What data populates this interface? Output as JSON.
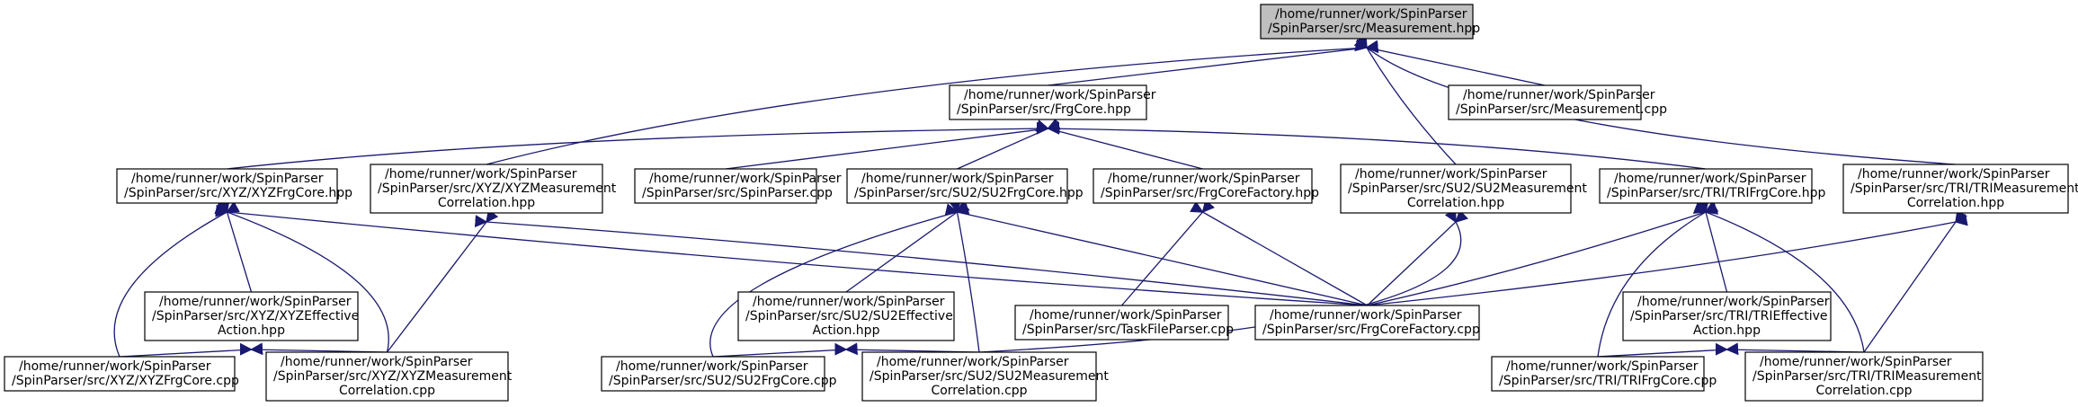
{
  "colors": {
    "edge": "#191970",
    "node_fill": "#ffffff",
    "node_highlight_fill": "#bfbfbf",
    "node_stroke": "#000000"
  },
  "nodes": [
    {
      "id": "measurement_hpp",
      "lines": [
        "/home/runner/work/SpinParser",
        "/SpinParser/src/Measurement.hpp"
      ],
      "highlight": true
    },
    {
      "id": "frgcore_hpp",
      "lines": [
        "/home/runner/work/SpinParser",
        "/SpinParser/src/FrgCore.hpp"
      ]
    },
    {
      "id": "measurement_cpp",
      "lines": [
        "/home/runner/work/SpinParser",
        "/SpinParser/src/Measurement.cpp"
      ]
    },
    {
      "id": "xyz_frgcore_hpp",
      "lines": [
        "/home/runner/work/SpinParser",
        "/SpinParser/src/XYZ/XYZFrgCore.hpp"
      ]
    },
    {
      "id": "xyz_measurement_hpp",
      "lines": [
        "/home/runner/work/SpinParser",
        "/SpinParser/src/XYZ/XYZMeasurement",
        "Correlation.hpp"
      ]
    },
    {
      "id": "spinparser_cpp",
      "lines": [
        "/home/runner/work/SpinParser",
        "/SpinParser/src/SpinParser.cpp"
      ]
    },
    {
      "id": "su2_frgcore_hpp",
      "lines": [
        "/home/runner/work/SpinParser",
        "/SpinParser/src/SU2/SU2FrgCore.hpp"
      ]
    },
    {
      "id": "frgcorefactory_hpp",
      "lines": [
        "/home/runner/work/SpinParser",
        "/SpinParser/src/FrgCoreFactory.hpp"
      ]
    },
    {
      "id": "su2_measurement_hpp",
      "lines": [
        "/home/runner/work/SpinParser",
        "/SpinParser/src/SU2/SU2Measurement",
        "Correlation.hpp"
      ]
    },
    {
      "id": "tri_frgcore_hpp",
      "lines": [
        "/home/runner/work/SpinParser",
        "/SpinParser/src/TRI/TRIFrgCore.hpp"
      ]
    },
    {
      "id": "tri_measurement_hpp",
      "lines": [
        "/home/runner/work/SpinParser",
        "/SpinParser/src/TRI/TRIMeasurement",
        "Correlation.hpp"
      ]
    },
    {
      "id": "xyz_effective_hpp",
      "lines": [
        "/home/runner/work/SpinParser",
        "/SpinParser/src/XYZ/XYZEffective",
        "Action.hpp"
      ]
    },
    {
      "id": "su2_effective_hpp",
      "lines": [
        "/home/runner/work/SpinParser",
        "/SpinParser/src/SU2/SU2Effective",
        "Action.hpp"
      ]
    },
    {
      "id": "taskfileparser_cpp",
      "lines": [
        "/home/runner/work/SpinParser",
        "/SpinParser/src/TaskFileParser.cpp"
      ]
    },
    {
      "id": "frgcorefactory_cpp",
      "lines": [
        "/home/runner/work/SpinParser",
        "/SpinParser/src/FrgCoreFactory.cpp"
      ]
    },
    {
      "id": "tri_effective_hpp",
      "lines": [
        "/home/runner/work/SpinParser",
        "/SpinParser/src/TRI/TRIEffective",
        "Action.hpp"
      ]
    },
    {
      "id": "xyz_frgcore_cpp",
      "lines": [
        "/home/runner/work/SpinParser",
        "/SpinParser/src/XYZ/XYZFrgCore.cpp"
      ]
    },
    {
      "id": "xyz_measurement_cpp",
      "lines": [
        "/home/runner/work/SpinParser",
        "/SpinParser/src/XYZ/XYZMeasurement",
        "Correlation.cpp"
      ]
    },
    {
      "id": "su2_frgcore_cpp",
      "lines": [
        "/home/runner/work/SpinParser",
        "/SpinParser/src/SU2/SU2FrgCore.cpp"
      ]
    },
    {
      "id": "su2_measurement_cpp",
      "lines": [
        "/home/runner/work/SpinParser",
        "/SpinParser/src/SU2/SU2Measurement",
        "Correlation.cpp"
      ]
    },
    {
      "id": "tri_frgcore_cpp",
      "lines": [
        "/home/runner/work/SpinParser",
        "/SpinParser/src/TRI/TRIFrgCore.cpp"
      ]
    },
    {
      "id": "tri_measurement_cpp",
      "lines": [
        "/home/runner/work/SpinParser",
        "/SpinParser/src/TRI/TRIMeasurement",
        "Correlation.cpp"
      ]
    }
  ],
  "edges": [
    {
      "from": "measurement_hpp",
      "to": "frgcore_hpp"
    },
    {
      "from": "measurement_hpp",
      "to": "measurement_cpp"
    },
    {
      "from": "measurement_hpp",
      "to": "xyz_measurement_hpp"
    },
    {
      "from": "measurement_hpp",
      "to": "su2_measurement_hpp"
    },
    {
      "from": "measurement_hpp",
      "to": "tri_measurement_hpp"
    },
    {
      "from": "frgcore_hpp",
      "to": "xyz_frgcore_hpp"
    },
    {
      "from": "frgcore_hpp",
      "to": "spinparser_cpp"
    },
    {
      "from": "frgcore_hpp",
      "to": "su2_frgcore_hpp"
    },
    {
      "from": "frgcore_hpp",
      "to": "frgcorefactory_hpp"
    },
    {
      "from": "frgcore_hpp",
      "to": "tri_frgcore_hpp"
    },
    {
      "from": "xyz_frgcore_hpp",
      "to": "xyz_effective_hpp"
    },
    {
      "from": "xyz_frgcore_hpp",
      "to": "xyz_frgcore_cpp"
    },
    {
      "from": "xyz_frgcore_hpp",
      "to": "xyz_measurement_cpp"
    },
    {
      "from": "xyz_frgcore_hpp",
      "to": "frgcorefactory_cpp"
    },
    {
      "from": "xyz_measurement_hpp",
      "to": "xyz_measurement_cpp"
    },
    {
      "from": "xyz_measurement_hpp",
      "to": "frgcorefactory_cpp"
    },
    {
      "from": "su2_frgcore_hpp",
      "to": "su2_effective_hpp"
    },
    {
      "from": "su2_frgcore_hpp",
      "to": "su2_frgcore_cpp"
    },
    {
      "from": "su2_frgcore_hpp",
      "to": "su2_measurement_cpp"
    },
    {
      "from": "su2_frgcore_hpp",
      "to": "frgcorefactory_cpp"
    },
    {
      "from": "frgcorefactory_hpp",
      "to": "taskfileparser_cpp"
    },
    {
      "from": "frgcorefactory_hpp",
      "to": "frgcorefactory_cpp"
    },
    {
      "from": "su2_measurement_hpp",
      "to": "frgcorefactory_cpp"
    },
    {
      "from": "su2_measurement_hpp",
      "to": "su2_measurement_cpp"
    },
    {
      "from": "tri_frgcore_hpp",
      "to": "frgcorefactory_cpp"
    },
    {
      "from": "tri_frgcore_hpp",
      "to": "tri_effective_hpp"
    },
    {
      "from": "tri_frgcore_hpp",
      "to": "tri_frgcore_cpp"
    },
    {
      "from": "tri_frgcore_hpp",
      "to": "tri_measurement_cpp"
    },
    {
      "from": "tri_measurement_hpp",
      "to": "frgcorefactory_cpp"
    },
    {
      "from": "tri_measurement_hpp",
      "to": "tri_measurement_cpp"
    },
    {
      "from": "xyz_effective_hpp",
      "to": "xyz_frgcore_cpp"
    },
    {
      "from": "xyz_effective_hpp",
      "to": "xyz_measurement_cpp"
    },
    {
      "from": "su2_effective_hpp",
      "to": "su2_frgcore_cpp"
    },
    {
      "from": "su2_effective_hpp",
      "to": "su2_measurement_cpp"
    },
    {
      "from": "tri_effective_hpp",
      "to": "tri_frgcore_cpp"
    },
    {
      "from": "tri_effective_hpp",
      "to": "tri_measurement_cpp"
    }
  ]
}
